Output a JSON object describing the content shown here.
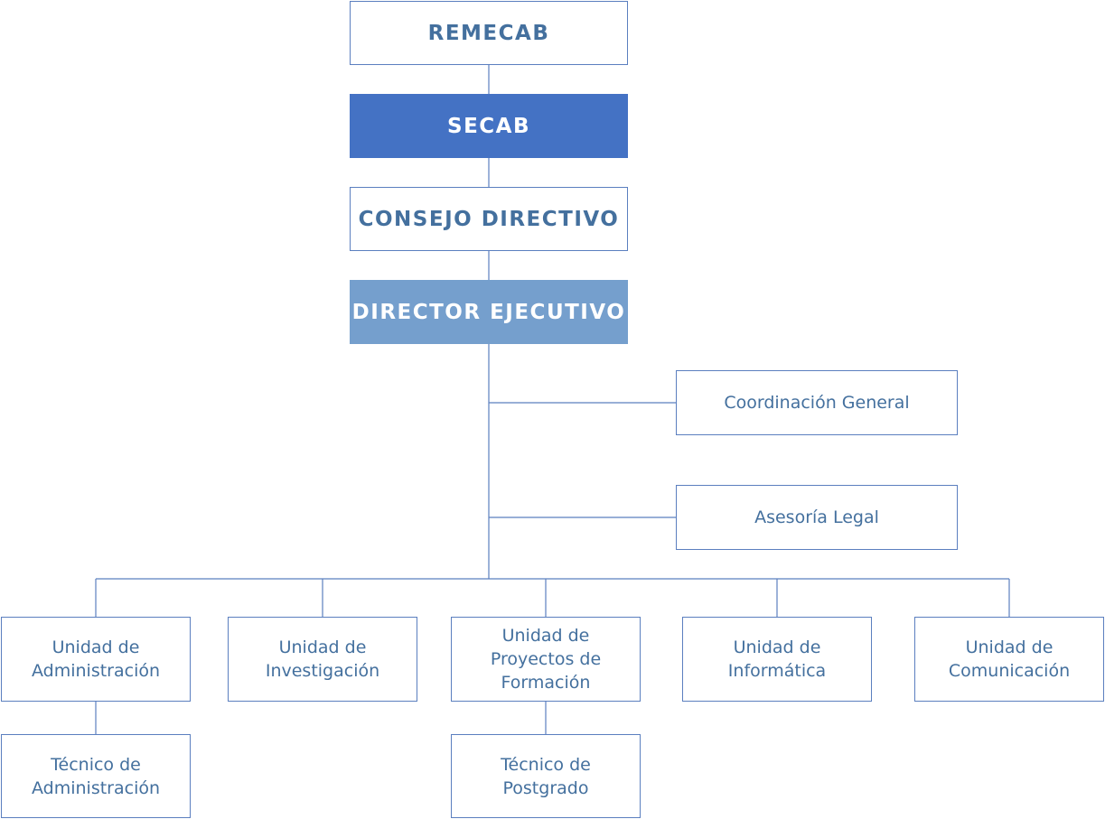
{
  "colors": {
    "line": "#5b7fbf",
    "text": "#44709e",
    "secab_fill": "#4472c4",
    "director_fill": "#759fcd"
  },
  "nodes": {
    "remecab": "REMECAB",
    "secab": "SECAB",
    "consejo": "CONSEJO DIRECTIVO",
    "director": "DIRECTOR EJECUTIVO",
    "coordinacion": "Coordinación General",
    "asesoria": "Asesoría Legal",
    "unidad_admin": "Unidad de\nAdministración",
    "unidad_invest": "Unidad de\nInvestigación",
    "unidad_proyectos": "Unidad de\nProyectos de\nFormación",
    "unidad_info": "Unidad de\nInformática",
    "unidad_comun": "Unidad de\nComunicación",
    "tecnico_admin": "Técnico de\nAdministración",
    "tecnico_postgrado": "Técnico de\nPostgrado"
  }
}
